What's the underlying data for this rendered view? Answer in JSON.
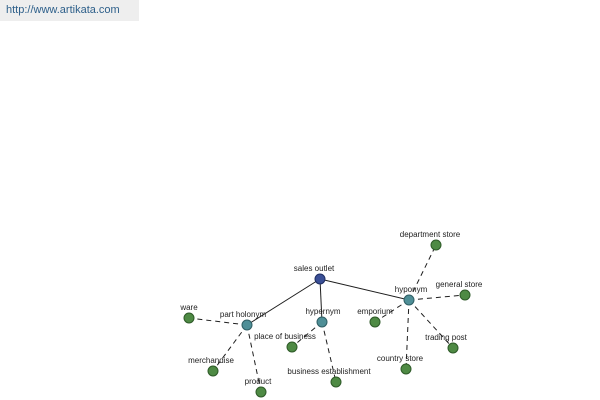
{
  "header": {
    "url": "http://www.artikata.com"
  },
  "graph": {
    "root": "sales outlet",
    "relations": {
      "part_holonym": "part holonym",
      "hypernym": "hypernym",
      "hyponym": "hyponym"
    },
    "leaves": {
      "ware": "ware",
      "merchandise": "merchandise",
      "product": "product",
      "place_of_business": "place of business",
      "business_establishment": "business establishment",
      "emporium": "emporium",
      "department_store": "department store",
      "general_store": "general store",
      "trading_post": "trading post",
      "country_store": "country store"
    },
    "colors": {
      "root": "#3a4f96",
      "relation": "#4f8f97",
      "leaf": "#4e8a44"
    }
  }
}
